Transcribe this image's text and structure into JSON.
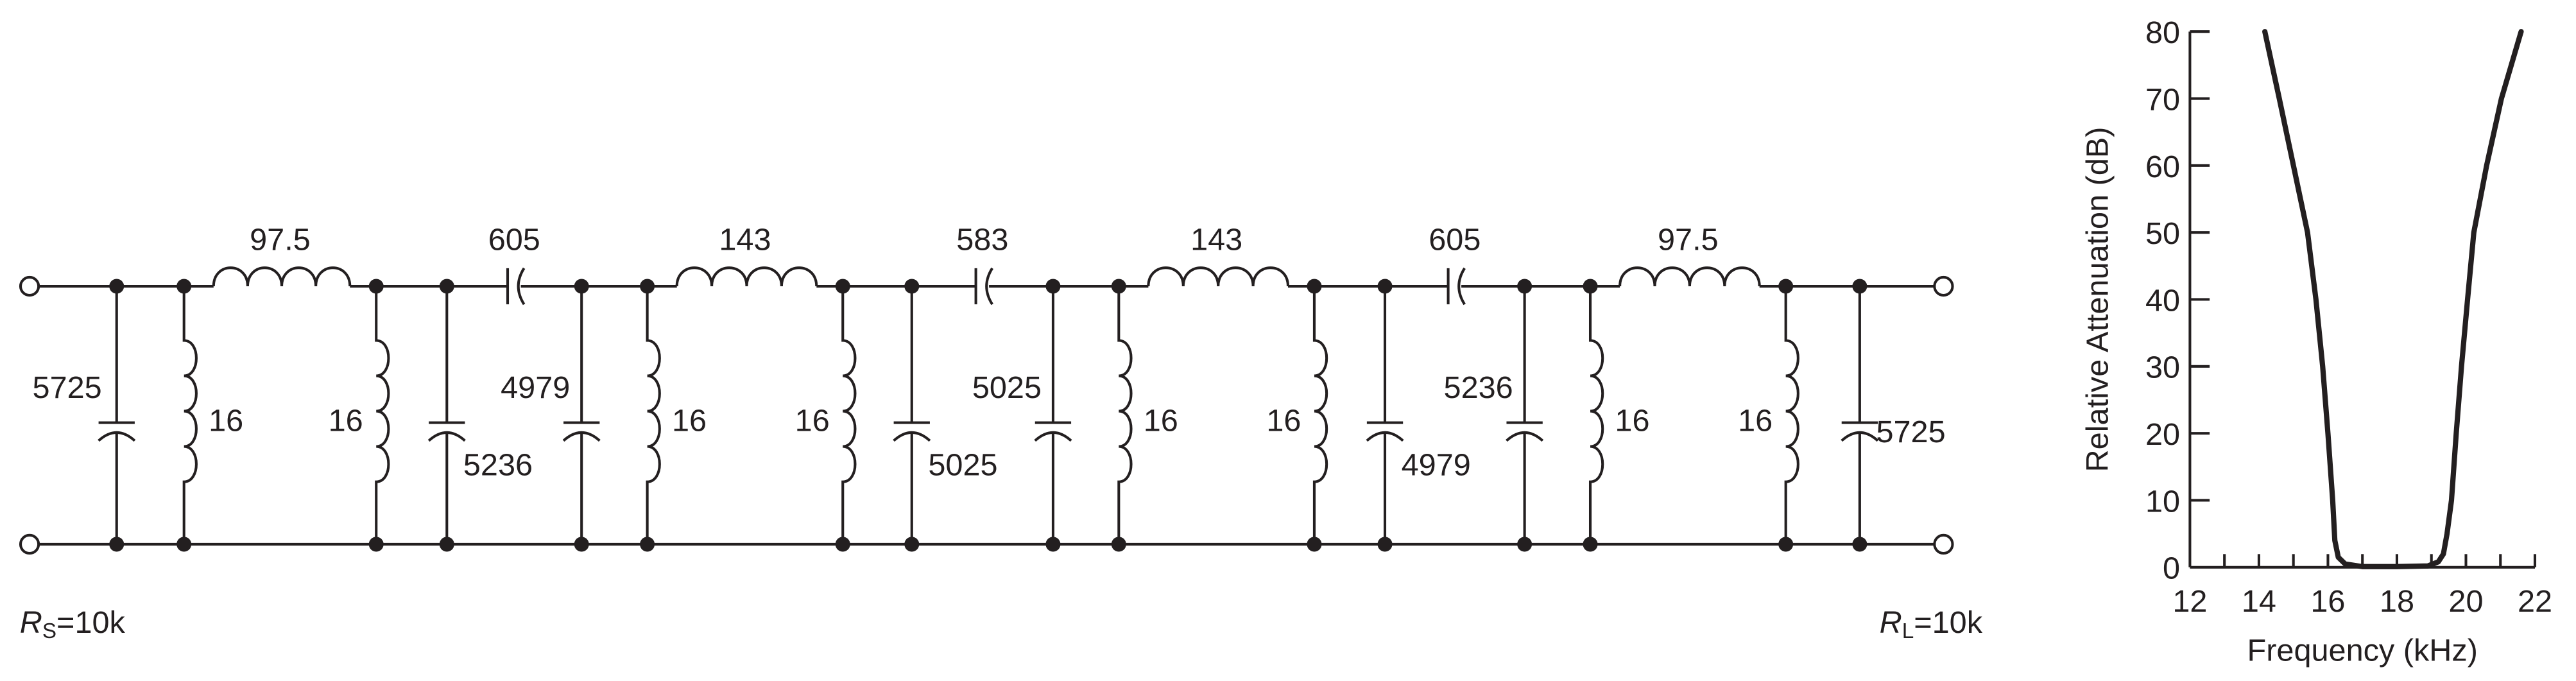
{
  "circuit": {
    "components": [
      {
        "type": "shunt-capacitor",
        "value": "5725"
      },
      {
        "type": "shunt-inductor",
        "value": "16"
      },
      {
        "type": "series-inductor",
        "value": "97.5"
      },
      {
        "type": "shunt-inductor",
        "value": "16"
      },
      {
        "type": "shunt-capacitor",
        "value": "5236"
      },
      {
        "type": "series-capacitor",
        "value": "605"
      },
      {
        "type": "shunt-capacitor",
        "value": "4979"
      },
      {
        "type": "shunt-inductor",
        "value": "16"
      },
      {
        "type": "series-inductor",
        "value": "143"
      },
      {
        "type": "shunt-inductor",
        "value": "16"
      },
      {
        "type": "shunt-capacitor",
        "value": "5025"
      },
      {
        "type": "series-capacitor",
        "value": "583"
      },
      {
        "type": "shunt-capacitor",
        "value": "5025"
      },
      {
        "type": "shunt-inductor",
        "value": "16"
      },
      {
        "type": "series-inductor",
        "value": "143"
      },
      {
        "type": "shunt-inductor",
        "value": "16"
      },
      {
        "type": "shunt-capacitor",
        "value": "4979"
      },
      {
        "type": "series-capacitor",
        "value": "605"
      },
      {
        "type": "shunt-capacitor",
        "value": "5236"
      },
      {
        "type": "shunt-inductor",
        "value": "16"
      },
      {
        "type": "series-inductor",
        "value": "97.5"
      },
      {
        "type": "shunt-inductor",
        "value": "16"
      },
      {
        "type": "shunt-capacitor",
        "value": "5725"
      }
    ],
    "source_resistance": {
      "symbol": "R",
      "subscript": "S",
      "value": "=10k"
    },
    "load_resistance": {
      "symbol": "R",
      "subscript": "L",
      "value": "=10k"
    }
  },
  "chart_data": {
    "type": "line",
    "title": "",
    "xlabel": "Frequency (kHz)",
    "ylabel": "Relative Attenuation (dB)",
    "xlim": [
      12,
      22
    ],
    "ylim": [
      0,
      80
    ],
    "xticks": [
      "12",
      "14",
      "16",
      "18",
      "20",
      "22"
    ],
    "yticks": [
      "0",
      "10",
      "20",
      "30",
      "40",
      "50",
      "60",
      "70",
      "80"
    ],
    "grid": false,
    "series": [
      {
        "name": "attenuation",
        "x": [
          14.17,
          14.59,
          15.0,
          15.41,
          15.65,
          15.85,
          16.0,
          16.14,
          16.2,
          16.3,
          16.5,
          17.0,
          18.0,
          18.9,
          19.2,
          19.35,
          19.45,
          19.58,
          19.72,
          19.87,
          20.05,
          20.23,
          20.6,
          21.03,
          21.6
        ],
        "y": [
          80,
          70,
          60,
          50,
          40,
          30,
          20,
          10,
          4,
          1.5,
          0.5,
          0.1,
          0.1,
          0.2,
          0.8,
          2,
          5,
          10,
          20,
          30,
          40,
          50,
          60,
          70,
          80
        ]
      }
    ]
  }
}
